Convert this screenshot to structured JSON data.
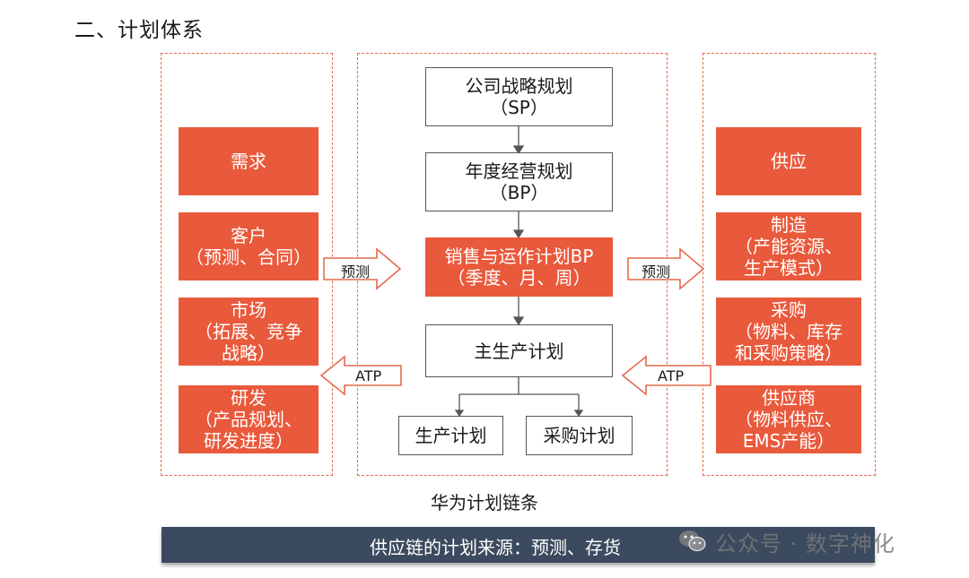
{
  "heading": "二、计划体系",
  "left_column": [
    {
      "text": "需求"
    },
    {
      "text": "客户\n（预测、合同）"
    },
    {
      "text": "市场\n（拓展、竞争\n战略）"
    },
    {
      "text": "研发\n（产品规划、\n研发进度）"
    }
  ],
  "center": {
    "sp": "公司战略规划\n（SP）",
    "bp": "年度经营规划\n（BP）",
    "sop": "销售与运作计划BP\n（季度、月、周）",
    "mps": "主生产计划",
    "production": "生产计划",
    "purchase": "采购计划"
  },
  "right_column": [
    {
      "text": "供应"
    },
    {
      "text": "制造\n（产能资源、\n生产模式）"
    },
    {
      "text": "采购\n（物料、库存\n和采购策略）"
    },
    {
      "text": "供应商\n（物料供应、\nEMS产能）"
    }
  ],
  "arrows": {
    "left_forecast": "预测",
    "right_forecast": "预测",
    "left_atp": "ATP",
    "right_atp": "ATP"
  },
  "caption": "华为计划链条",
  "bottom_bar": "供应链的计划来源：预测、存货",
  "watermark": "公众号 · 数字神化",
  "colors": {
    "orange": "#e9593b",
    "dashed_border": "#e8694a",
    "bar": "#3b4a5e"
  }
}
